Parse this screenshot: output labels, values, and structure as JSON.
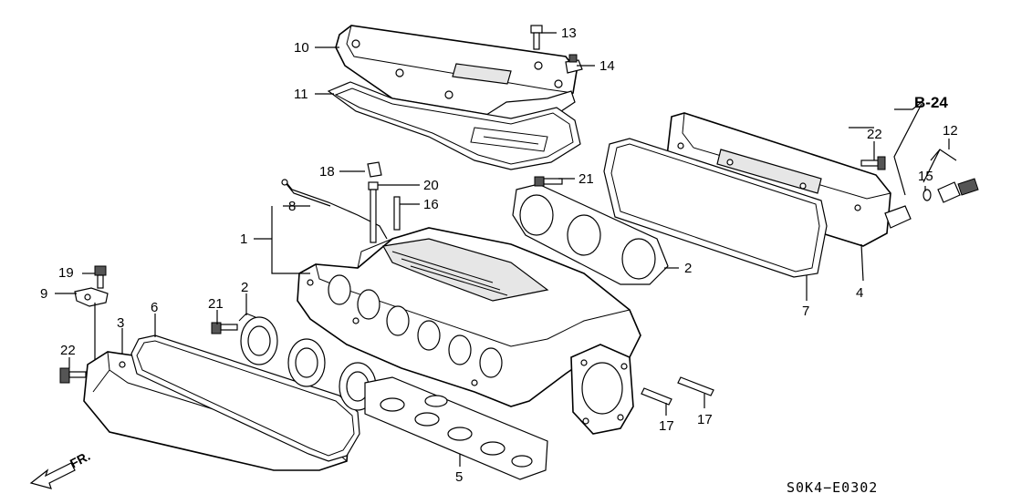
{
  "diagram": {
    "diagram_code": "S0K4−E0302",
    "reference": "B-24",
    "front_label": "FR.",
    "callouts": [
      {
        "id": "c1",
        "label": "1"
      },
      {
        "id": "c2a",
        "label": "2"
      },
      {
        "id": "c2b",
        "label": "2"
      },
      {
        "id": "c3",
        "label": "3"
      },
      {
        "id": "c4",
        "label": "4"
      },
      {
        "id": "c5",
        "label": "5"
      },
      {
        "id": "c6",
        "label": "6"
      },
      {
        "id": "c7",
        "label": "7"
      },
      {
        "id": "c8",
        "label": "8"
      },
      {
        "id": "c9",
        "label": "9"
      },
      {
        "id": "c10",
        "label": "10"
      },
      {
        "id": "c11",
        "label": "11"
      },
      {
        "id": "c12",
        "label": "12"
      },
      {
        "id": "c13",
        "label": "13"
      },
      {
        "id": "c14",
        "label": "14"
      },
      {
        "id": "c15",
        "label": "15"
      },
      {
        "id": "c16",
        "label": "16"
      },
      {
        "id": "c17a",
        "label": "17"
      },
      {
        "id": "c17b",
        "label": "17"
      },
      {
        "id": "c18",
        "label": "18"
      },
      {
        "id": "c19",
        "label": "19"
      },
      {
        "id": "c20",
        "label": "20"
      },
      {
        "id": "c21a",
        "label": "21"
      },
      {
        "id": "c21b",
        "label": "21"
      },
      {
        "id": "c22a",
        "label": "22"
      },
      {
        "id": "c22b",
        "label": "22"
      }
    ]
  }
}
